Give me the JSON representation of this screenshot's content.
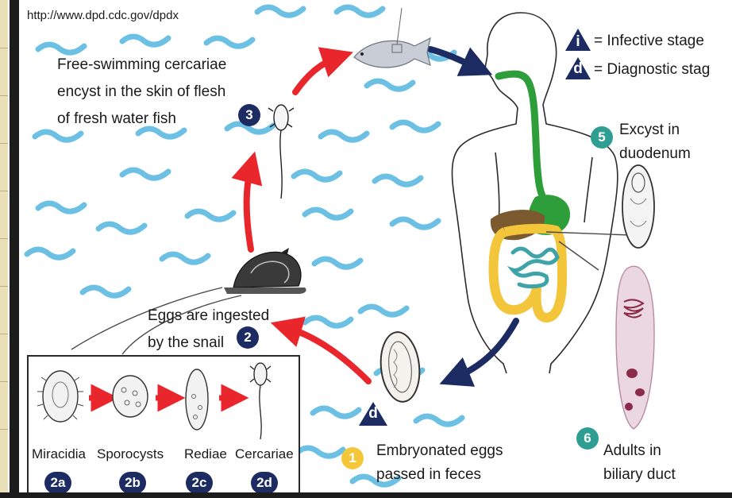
{
  "source_url": "http://www.dpd.cdc.gov/dpdx",
  "legend": {
    "infective_symbol": "i",
    "infective_label": "= Infective stage",
    "diagnostic_symbol": "d",
    "diagnostic_label": "= Diagnostic stag"
  },
  "steps": {
    "step1": {
      "number": "1",
      "line1": "Embryonated eggs",
      "line2": "passed in feces"
    },
    "step2": {
      "number": "2",
      "line1": "Eggs are ingested",
      "line2": "by the snail"
    },
    "step3": {
      "number": "3",
      "line1": "Free-swimming cercariae",
      "line2": "encyst in the skin of flesh",
      "line3": "of fresh water fish"
    },
    "step5": {
      "number": "5",
      "line1": "Excyst in",
      "line2": "duodenum"
    },
    "step6": {
      "number": "6",
      "line1": "Adults in",
      "line2": "biliary duct"
    }
  },
  "diagnostic_marker": "d",
  "inset": {
    "stages": [
      {
        "label": "Miracidia",
        "badge": "2a"
      },
      {
        "label": "Sporocysts",
        "badge": "2b"
      },
      {
        "label": "Rediae",
        "badge": "2c"
      },
      {
        "label": "Cercariae",
        "badge": "2d"
      }
    ]
  },
  "colors": {
    "cycle_arrow": "#e8262c",
    "body_arrow": "#1d2b63",
    "water_wave": "#6cc0e4",
    "navy_badge": "#1d2b63",
    "teal_badge": "#2f9e92",
    "yellow_badge": "#f4c73a",
    "esophagus": "#2e9e3a",
    "liver": "#7a5a2e",
    "colon": "#f3c53b",
    "small_intestine": "#3fa3a8"
  }
}
